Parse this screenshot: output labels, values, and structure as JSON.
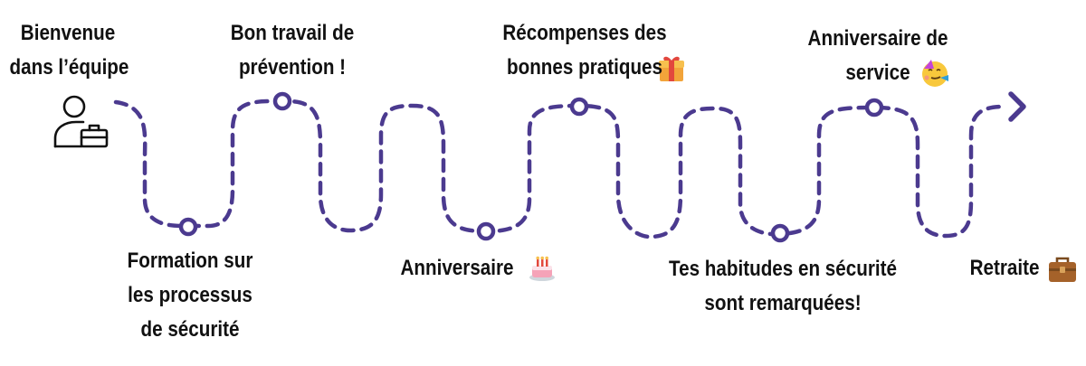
{
  "colors": {
    "path": "#4b3a8f",
    "text": "#111111"
  },
  "start": {
    "icon": "person-with-briefcase-icon",
    "label_lines": [
      "Bienvenue",
      "dans l’équipe"
    ]
  },
  "milestones": [
    {
      "position": "bottom",
      "label_lines": [
        "Formation sur",
        "les processus",
        "de sécurité"
      ],
      "emoji": ""
    },
    {
      "position": "top",
      "label_lines": [
        "Bon travail de",
        "prévention !"
      ],
      "emoji": ""
    },
    {
      "position": "bottom",
      "label_lines": [
        "Anniversaire"
      ],
      "emoji": "birthday-cake-icon"
    },
    {
      "position": "top",
      "label_lines": [
        "Récompenses des",
        "bonnes pratiques"
      ],
      "emoji": "gift-icon"
    },
    {
      "position": "bottom",
      "label_lines": [
        "Tes habitudes en sécurité",
        "sont remarquées!"
      ],
      "emoji": ""
    },
    {
      "position": "top",
      "label_lines": [
        "Anniversaire de",
        "service"
      ],
      "emoji": "party-face-icon"
    },
    {
      "position": "end",
      "label_lines": [
        "Retraite"
      ],
      "emoji": "briefcase-icon"
    }
  ],
  "end": {
    "icon": "arrow-right-icon"
  }
}
